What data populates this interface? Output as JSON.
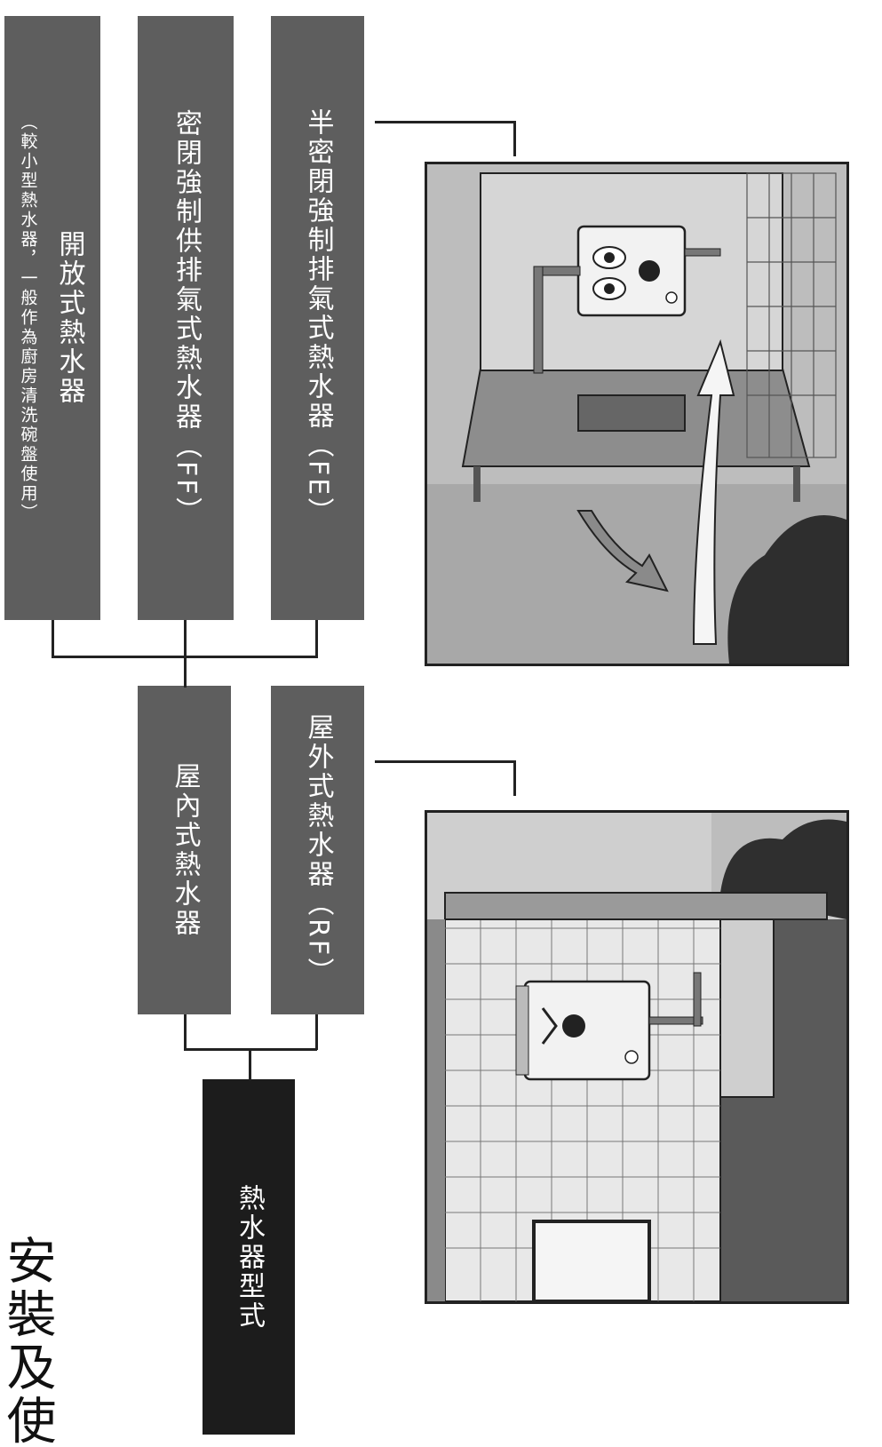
{
  "heading": "安裝及使用",
  "root": {
    "label": "熱水器型式"
  },
  "types": [
    {
      "label": "屋內式熱水器"
    },
    {
      "label": "屋外式熱水器（RF）"
    }
  ],
  "indoor_types": [
    {
      "label": "開放式熱水器",
      "note": "（較小型熱水器，一般作為廚房清洗碗盤使用）"
    },
    {
      "label": "密閉強制供排氣式熱水器（FF）"
    },
    {
      "label": "半密閉強制排氣式熱水器（FE）"
    }
  ],
  "illustrations": [
    {
      "name": "fe-heater-illustration",
      "depicts": "semi-sealed forced exhaust water heater installed on an indoor balcony"
    },
    {
      "name": "rf-heater-illustration",
      "depicts": "outdoor water heater mounted on an exterior wall"
    }
  ],
  "colors": {
    "box": "#5e5e5e",
    "root_box": "#1c1c1c",
    "line": "#222222"
  }
}
